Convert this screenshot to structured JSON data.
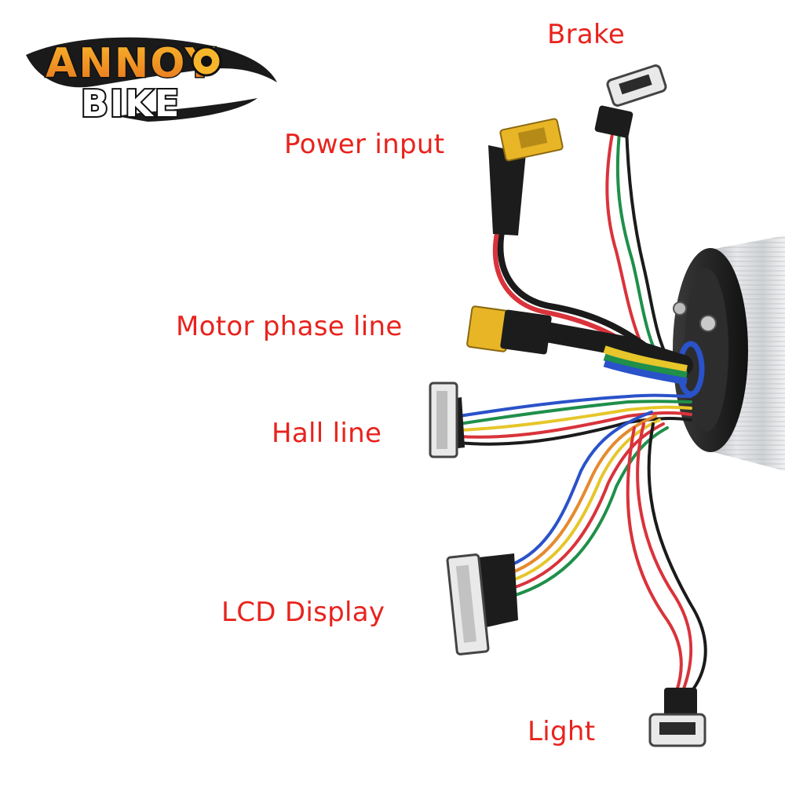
{
  "logo": {
    "line1": "ANNOY",
    "line2": "BIKE",
    "colors": {
      "fill_top": "#f7b52b",
      "fill_bottom": "#e8731d",
      "outline": "#111111",
      "swoosh": "#1a1a1a"
    }
  },
  "labels": {
    "brake": "Brake",
    "power_input": "Power input",
    "motor_phase_line": "Motor phase line",
    "hall_line": "Hall line",
    "lcd_display": "LCD Display",
    "light": "Light"
  },
  "colors": {
    "label_text": "#e8231d",
    "wire_red": "#d9333b",
    "wire_green": "#1f8f4a",
    "wire_blue": "#2a52c9",
    "wire_yellow": "#e6c62a",
    "wire_black": "#1b1b1b",
    "wire_orange": "#e58a2e",
    "connector_yellow": "#e8b527",
    "connector_black": "#1c1c1c",
    "connector_white": "#e9e9e9",
    "motor_housing": "#d7d9db"
  }
}
